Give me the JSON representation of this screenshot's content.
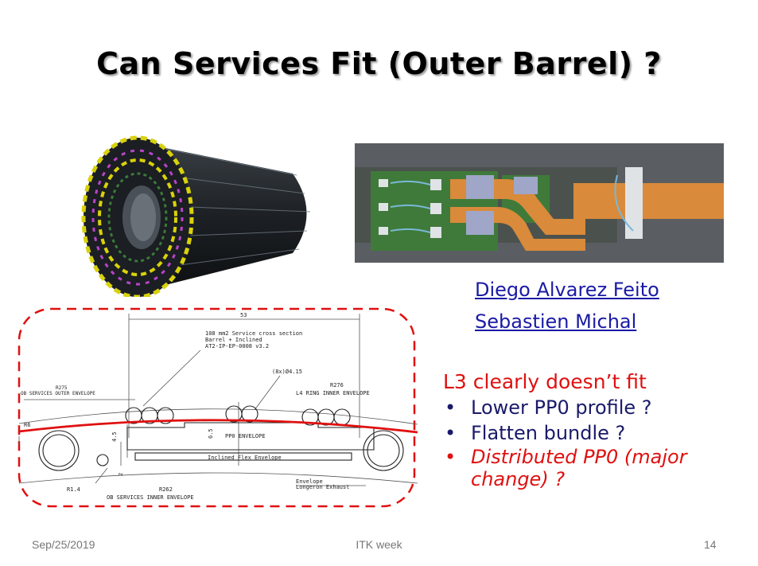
{
  "title": "Can Services Fit (Outer Barrel) ?",
  "authors": [
    "Diego Alvarez Feito",
    "Sebastien Michal"
  ],
  "bullets": {
    "heading": "L3 clearly doesn’t fit",
    "items": [
      {
        "text": "Lower PP0 profile ?",
        "color": "#1a1a6a"
      },
      {
        "text": "Flatten bundle ?",
        "color": "#1a1a6a"
      },
      {
        "text": "Distributed PP0 (major change) ?",
        "color": "#e01010"
      }
    ]
  },
  "drawing": {
    "dim_top": "53",
    "note_line1": "108 mm2 Service cross section",
    "note_line2": "Barrel + Inclined",
    "note_line3": "AT2-IP-EP-0008 v3.2",
    "hole_label": "(8x)Ø4.15",
    "r276": "R276",
    "l4_ring": "L4 RING INNER ENVELOPE",
    "r275": "R275",
    "ob_outer": "OB SERVICES OUTER ENVELOPE",
    "r6": "R6",
    "dim_45": "4.5",
    "dim_65": "6.5",
    "pp0_envelope": "PP0 ENVELOPE",
    "inclined_flex": "Inclined Flex Envelope",
    "dim_2": "2",
    "envelope": "Envelope",
    "longeron": "Longeron Exhaust",
    "r14": "R1.4",
    "r262": "R262",
    "ob_inner": "OB SERVICES INNER ENVELOPE"
  },
  "footer": {
    "date": "Sep/25/2019",
    "center": "ITK week",
    "page": "14"
  },
  "colors": {
    "title_shadow": "#9a9a9a",
    "accent_red": "#e01010",
    "link_blue": "#1a1aa6",
    "bullet_navy": "#1a1a6a"
  }
}
